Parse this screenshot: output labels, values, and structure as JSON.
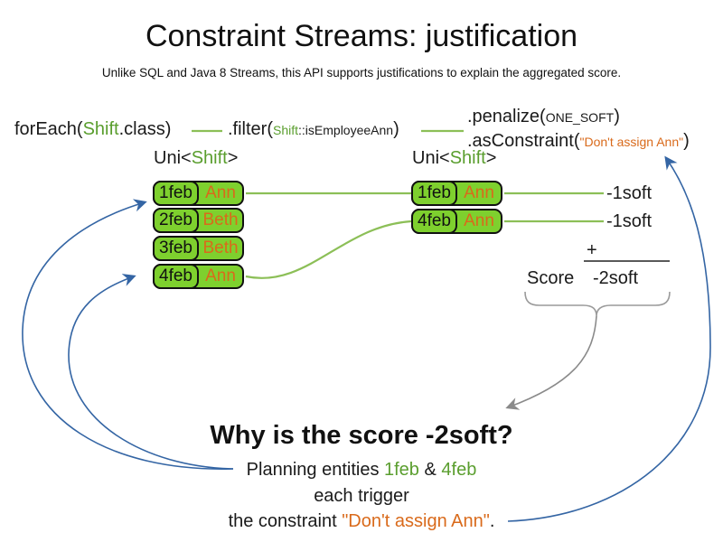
{
  "title": "Constraint Streams: justification",
  "subtitle": "Unlike SQL and Java 8 Streams, this API supports justifications to explain the aggregated score.",
  "colors": {
    "box_green": "#7ed02e",
    "text_green": "#5a9e2e",
    "line_green": "#8cbf57",
    "orange": "#d96a1b",
    "arrow_blue": "#3465a4",
    "gray": "#8a8a8a"
  },
  "code": {
    "foreach": {
      "pre": "forEach(",
      "arg": "Shift",
      "post": ".class)"
    },
    "filter": {
      "pre": ".filter(",
      "arg_class": "Shift",
      "arg_rest": "::isEmployeeAnn",
      "post": ")"
    },
    "penalize": {
      "pre": ".penalize(",
      "arg": "ONE_SOFT",
      "post": ")"
    },
    "as_constraint": {
      "pre": ".asConstraint(",
      "arg": "\"Don't assign Ann\"",
      "post": ")"
    }
  },
  "uni_left": {
    "pre": "Uni<",
    "type": "Shift",
    "post": ">"
  },
  "uni_right": {
    "pre": "Uni<",
    "type": "Shift",
    "post": ">"
  },
  "left_table": {
    "rows": [
      {
        "date": "1feb",
        "employee": "Ann"
      },
      {
        "date": "2feb",
        "employee": "Beth"
      },
      {
        "date": "3feb",
        "employee": "Beth"
      },
      {
        "date": "4feb",
        "employee": "Ann"
      }
    ]
  },
  "right_table": {
    "rows": [
      {
        "date": "1feb",
        "employee": "Ann"
      },
      {
        "date": "4feb",
        "employee": "Ann"
      }
    ]
  },
  "scores": {
    "penalty1": "-1soft",
    "penalty2": "-1soft",
    "plus": "+",
    "score_label": "Score",
    "total": "-2soft"
  },
  "question": {
    "heading": "Why is the score -2soft?",
    "line1_pre": "Planning entities ",
    "line1_feb1": "1feb",
    "line1_amp": " & ",
    "line1_feb2": "4feb",
    "line2": "each trigger",
    "line3_pre": "the constraint ",
    "line3_quote": "\"Don't assign Ann\"",
    "line3_post": "."
  }
}
